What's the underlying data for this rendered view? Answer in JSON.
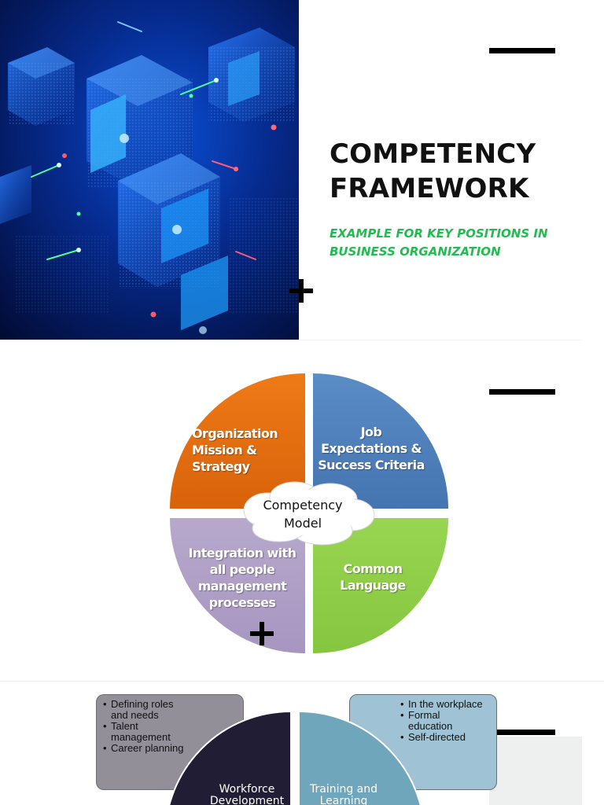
{
  "slide1": {
    "title_lines": [
      "COMPETENCY",
      "FRAMEWORK"
    ],
    "subtitle_lines": [
      "EXAMPLE FOR KEY POSITIONS IN",
      "BUSINESS ORGANIZATION"
    ],
    "accent_color": "#1fbd4f"
  },
  "slide2": {
    "diagram": {
      "center": [
        "Competency",
        "Model"
      ],
      "quadrants": [
        {
          "lines": [
            "Organization",
            "Mission &",
            "Strategy"
          ],
          "color": "#e46c0a"
        },
        {
          "lines": [
            "Job",
            "Expectations &",
            "Success Criteria"
          ],
          "color": "#4f81bd"
        },
        {
          "lines": [
            "Integration with",
            "all people",
            "management",
            "processes"
          ],
          "color": "#b1a0c7"
        },
        {
          "lines": [
            "Common",
            "Language"
          ],
          "color": "#92d050"
        }
      ]
    }
  },
  "slide3": {
    "left_box": [
      "Defining roles",
      "and needs",
      "Talent",
      "management",
      "Career planning"
    ],
    "right_box": [
      "In the workplace",
      "Formal",
      "education",
      "Self-directed"
    ],
    "segments": [
      {
        "lines": [
          "Workforce",
          "Development"
        ],
        "color": "#201d35"
      },
      {
        "lines": [
          "Training and",
          "Learning"
        ],
        "color": "#6fa6bc"
      }
    ]
  },
  "icons": [
    "plus-icon"
  ]
}
